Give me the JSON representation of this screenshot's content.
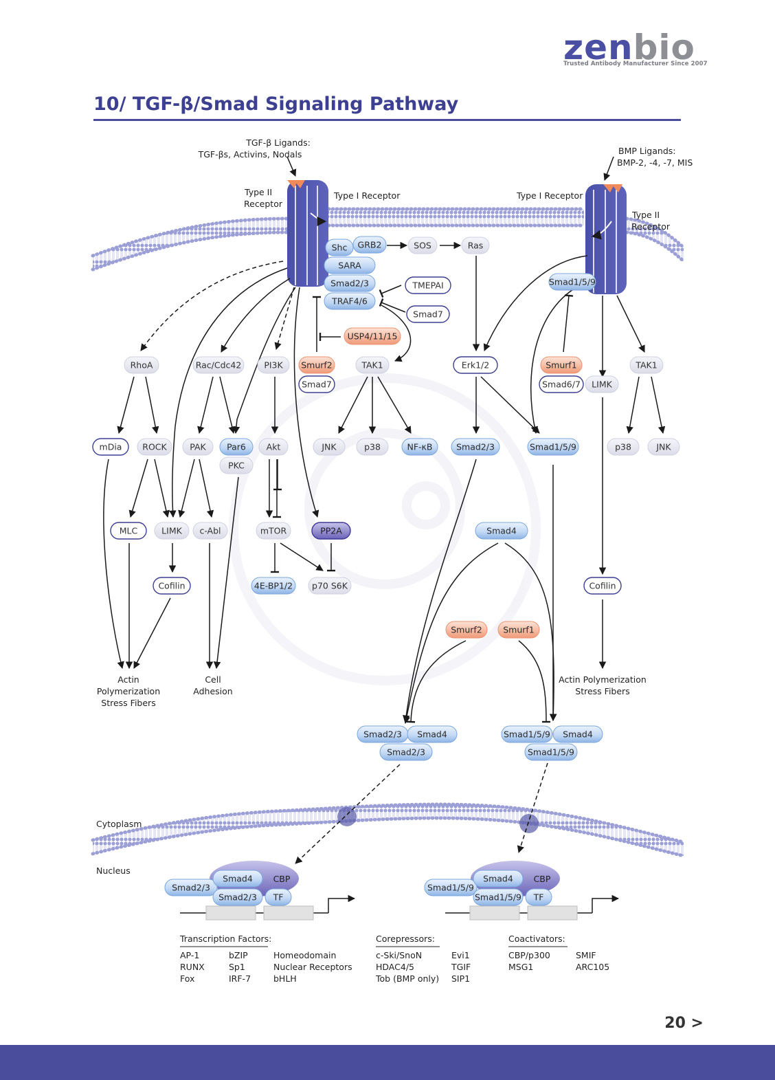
{
  "brand": {
    "name_a": "zen",
    "name_b": "bio",
    "tagline": "Trusted Antibody Manufacturer Since 2007"
  },
  "page": {
    "title": "10/ TGF-β/Smad Signaling Pathway",
    "number": "20 >"
  },
  "colors": {
    "brand": "#4a4c9c",
    "receptor": "#5055ac",
    "smurf": "#f3a98b",
    "blue_node": "#9fc3ec",
    "grey_node": "#e8e8f2"
  },
  "ligands": {
    "tgf_line1": "TGF-β Ligands:",
    "tgf_line2": "TGF-βs, Activins, Nodals",
    "bmp_line1": "BMP Ligands:",
    "bmp_line2": "BMP-2, -4, -7, MIS"
  },
  "receptors": {
    "left_type2_a": "Type II",
    "left_type2_b": "Receptor",
    "left_type1": "Type I Receptor",
    "right_type1": "Type I Receptor",
    "right_type2_a": "Type II",
    "right_type2_b": "Receptor"
  },
  "nodes": {
    "shc": "Shc",
    "grb2": "GRB2",
    "sos": "SOS",
    "ras": "Ras",
    "sara": "SARA",
    "smad23_rec": "Smad2/3",
    "traf46": "TRAF4/6",
    "tmepai": "TMEPAI",
    "smad7_a": "Smad7",
    "usp": "USP4/11/15",
    "smad159_rec": "Smad1/5/9",
    "rhoa": "RhoA",
    "rac": "Rac/Cdc42",
    "pi3k": "PI3K",
    "smurf2_a": "Smurf2",
    "smad7_b": "Smad7",
    "tak1_a": "TAK1",
    "erk": "Erk1/2",
    "smurf1_a": "Smurf1",
    "smad67": "Smad6/7",
    "limk_r": "LIMK",
    "tak1_b": "TAK1",
    "mdia": "mDia",
    "rock": "ROCK",
    "pak": "PAK",
    "par6": "Par6",
    "pkc": "PKC",
    "akt": "Akt",
    "jnk_a": "JNK",
    "p38_a": "p38",
    "nfkb": "NF-κB",
    "smad23_b": "Smad2/3",
    "smad159_b": "Smad1/5/9",
    "p38_b": "p38",
    "jnk_b": "JNK",
    "mlc": "MLC",
    "limk_l": "LIMK",
    "cabl": "c-Abl",
    "mtor": "mTOR",
    "pp2a": "PP2A",
    "smad4_a": "Smad4",
    "cofilin_l": "Cofilin",
    "ebp": "4E-BP1/2",
    "s6k": "p70 S6K",
    "cofilin_r": "Cofilin",
    "smurf2_b": "Smurf2",
    "smurf1_b": "Smurf1",
    "cx1_a": "Smad2/3",
    "cx1_b": "Smad4",
    "cx1_c": "Smad2/3",
    "cx2_a": "Smad1/5/9",
    "cx2_b": "Smad4",
    "cx2_c": "Smad1/5/9",
    "nuc1_a": "Smad2/3",
    "nuc1_b": "Smad4",
    "nuc1_c": "Smad2/3",
    "nuc1_cbp": "CBP",
    "nuc1_tf": "TF",
    "nuc2_a": "Smad1/5/9",
    "nuc2_b": "Smad4",
    "nuc2_c": "Smad1/5/9",
    "nuc2_cbp": "CBP",
    "nuc2_tf": "TF"
  },
  "outcomes": {
    "actin_l_1": "Actin",
    "actin_l_2": "Polymerization",
    "actin_l_3": "Stress Fibers",
    "cell_1": "Cell",
    "cell_2": "Adhesion",
    "actin_r_1": "Actin Polymerization",
    "actin_r_2": "Stress Fibers"
  },
  "compartments": {
    "cytoplasm": "Cytoplasm",
    "nucleus": "Nucleus"
  },
  "legend": {
    "tf_title": "Transcription Factors:",
    "tf_col1": [
      "AP-1",
      "RUNX",
      "Fox"
    ],
    "tf_col2": [
      "bZIP",
      "Sp1",
      "IRF-7"
    ],
    "tf_col3": [
      "Homeodomain",
      "Nuclear Receptors",
      "bHLH"
    ],
    "co_title": "Corepressors:",
    "co_col1": [
      "c-Ski/SnoN",
      "HDAC4/5",
      "Tob (BMP only)"
    ],
    "co_col2": [
      "Evi1",
      "TGIF",
      "SIP1"
    ],
    "ca_title": "Coactivators:",
    "ca_col1": [
      "CBP/p300",
      "MSG1"
    ],
    "ca_col2": [
      "SMIF",
      "ARC105"
    ]
  }
}
